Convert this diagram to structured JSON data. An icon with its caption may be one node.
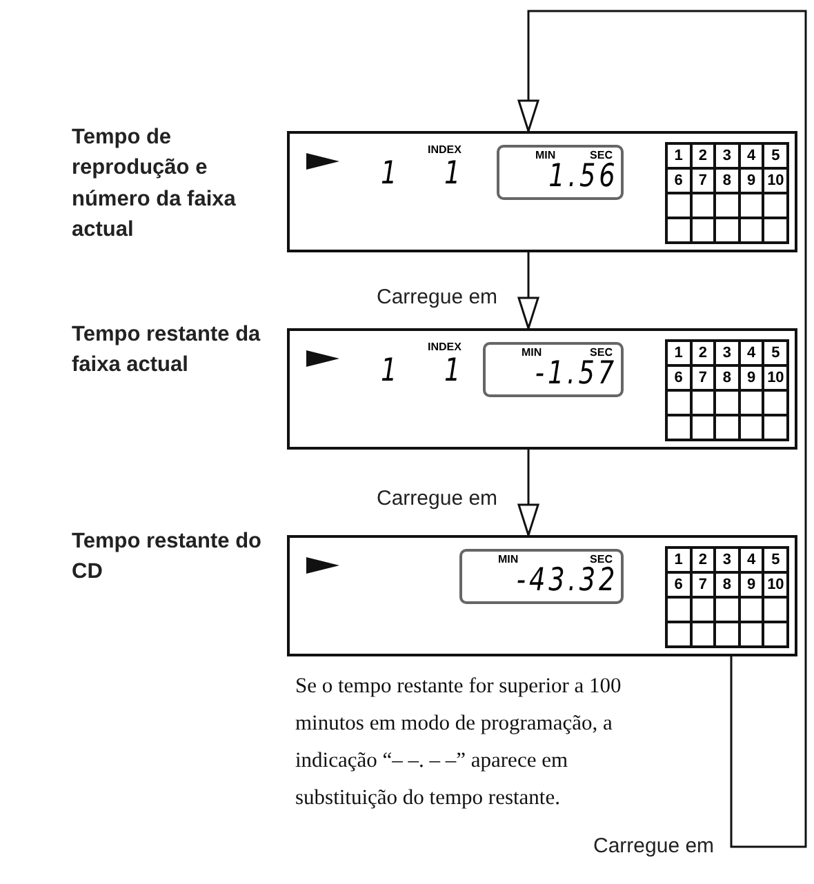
{
  "diagram": {
    "nodes": [
      {
        "text": [
          "1",
          "INDEX",
          "1"
        ],
        "beside": [
          "Tempo de reprodução e número da faixa actual"
        ]
      },
      {
        "text": [
          "MIN",
          "SEC",
          "1.56"
        ],
        "in": 0
      },
      {
        "text": [
          "1",
          "2",
          "3",
          "4",
          "5",
          "6",
          "7",
          "8",
          "9",
          "10"
        ],
        "in": 0
      },
      {
        "text": [
          "1",
          "INDEX",
          "1"
        ],
        "beside": [
          "Tempo restante da faixa actual"
        ]
      },
      {
        "text": [
          "MIN",
          "SEC",
          "-1.57"
        ],
        "in": 3
      },
      {
        "text": [
          "1",
          "2",
          "3",
          "4",
          "5",
          "6",
          "7",
          "8",
          "9",
          "10"
        ],
        "in": 3
      },
      {
        "text": [],
        "shape": "box",
        "beside": [
          "Tempo restante do CD"
        ]
      },
      {
        "text": [
          "MIN",
          "SEC",
          "-43.32"
        ],
        "in": 6
      },
      {
        "text": [
          "1",
          "2",
          "3",
          "4",
          "5",
          "6",
          "7",
          "8",
          "9",
          "10"
        ],
        "in": 6
      }
    ],
    "edges": [
      {
        "from": 0,
        "to": 3,
        "arrow": "to",
        "label": "Carregue em"
      },
      {
        "from": 3,
        "to": 6,
        "arrow": "to",
        "label": "Carregue em"
      },
      {
        "from": 6,
        "to": 0,
        "arrow": "to",
        "label": "Carregue em"
      }
    ],
    "labels": [
      "Se o tempo restante for superior a 100 minutos em modo de programação, a indicação “– –. – –” aparece em substituição do tempo restante."
    ]
  }
}
